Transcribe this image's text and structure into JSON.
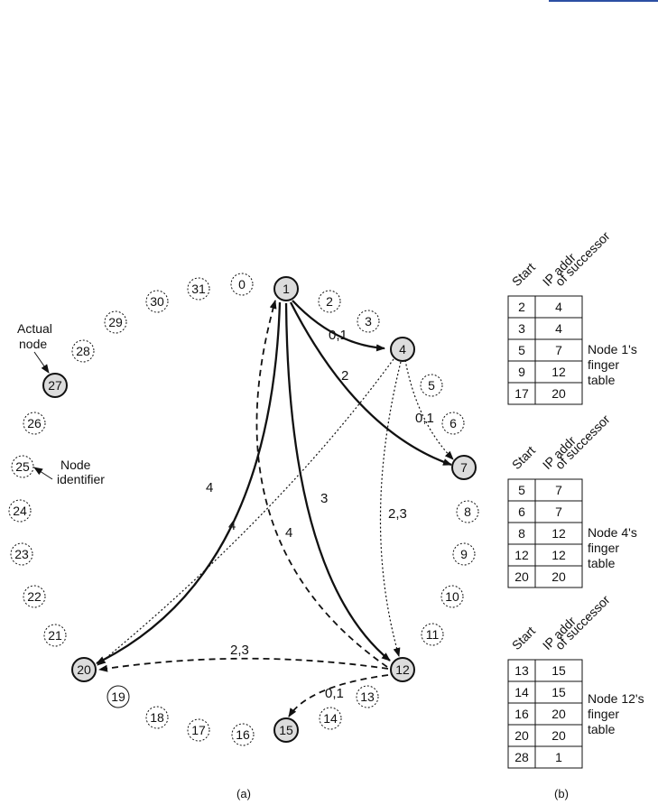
{
  "actual_nodes": [
    "1",
    "4",
    "7",
    "12",
    "15",
    "20",
    "27"
  ],
  "identifiers": [
    "0",
    "2",
    "3",
    "5",
    "6",
    "8",
    "9",
    "10",
    "11",
    "13",
    "14",
    "16",
    "17",
    "18",
    "19",
    "21",
    "22",
    "23",
    "24",
    "25",
    "26",
    "28",
    "29",
    "30",
    "31"
  ],
  "annotations": {
    "actual_node": [
      "Actual",
      "node"
    ],
    "node_identifier": [
      "Node",
      "identifier"
    ]
  },
  "edge_labels": {
    "e1_4": "0,1",
    "e1_7": "2",
    "e1_20": "4",
    "e1_12": "3",
    "e4_7": "0,1",
    "e4_20": "4",
    "e4_12": "2,3",
    "e12_1": "4",
    "e12_20": "2,3",
    "e12_15": "0,1"
  },
  "tables": {
    "headers": {
      "start": "Start",
      "ip_addr": "IP addr",
      "of_successor": "of successor"
    },
    "node1": {
      "caption": [
        "Node 1's",
        "finger",
        "table"
      ],
      "rows": [
        [
          "2",
          "4"
        ],
        [
          "3",
          "4"
        ],
        [
          "5",
          "7"
        ],
        [
          "9",
          "12"
        ],
        [
          "17",
          "20"
        ]
      ]
    },
    "node4": {
      "caption": [
        "Node 4's",
        "finger",
        "table"
      ],
      "rows": [
        [
          "5",
          "7"
        ],
        [
          "6",
          "7"
        ],
        [
          "8",
          "12"
        ],
        [
          "12",
          "12"
        ],
        [
          "20",
          "20"
        ]
      ]
    },
    "node12": {
      "caption": [
        "Node 12's",
        "finger",
        "table"
      ],
      "rows": [
        [
          "13",
          "15"
        ],
        [
          "14",
          "15"
        ],
        [
          "16",
          "20"
        ],
        [
          "20",
          "20"
        ],
        [
          "28",
          "1"
        ]
      ]
    }
  },
  "captions": {
    "a": "(a)",
    "b": "(b)"
  }
}
